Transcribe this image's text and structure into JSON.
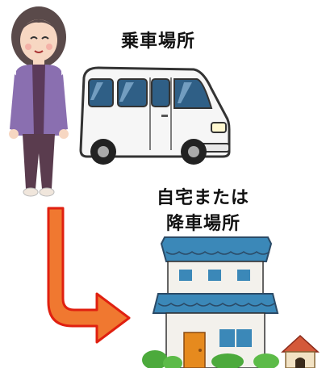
{
  "labels": {
    "pickup": "乗車場所",
    "destination_line1": "自宅または",
    "destination_line2": "降車場所"
  },
  "icons": {
    "person": "elderly-woman-icon",
    "vehicle": "van-icon",
    "house": "house-icon",
    "doghouse": "doghouse-icon",
    "arrow": "curved-arrow-icon"
  },
  "colors": {
    "cardigan": "#8a6fb0",
    "pants": "#5a3c4e",
    "van_body": "#f6f6f6",
    "van_window": "#2f5f86",
    "roof": "#3b88b8",
    "wall": "#f3f1ec",
    "door": "#e68a1e",
    "arrow_fill": "#f07830",
    "arrow_stroke": "#e02010"
  }
}
